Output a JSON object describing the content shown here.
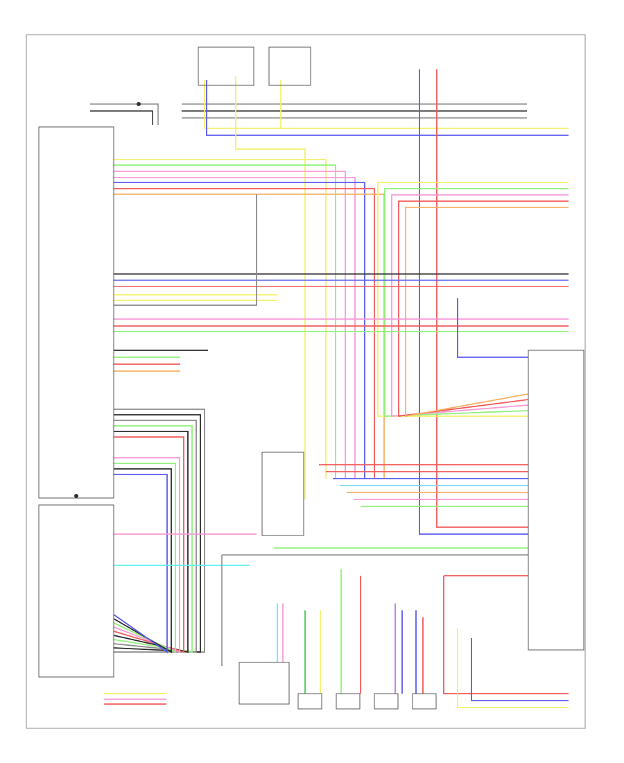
{
  "wire_colors": {
    "yellow": "#f4f06a",
    "lt_green": "#8ff07a",
    "pink": "#f79ad6",
    "red": "#f25a5a",
    "blue": "#5a5af0",
    "orange": "#f5b065",
    "gray": "#8a8a8a",
    "black": "#2a2a2a",
    "violet": "#b77ae8",
    "lt_blue": "#7ad8f0",
    "green": "#4ac84a",
    "cyan": "#5ef0f0"
  },
  "components": {
    "left_module": "left-module",
    "right_module": "right-module",
    "center_box": "center-box",
    "bottom_box": "bottom-box"
  },
  "icons": [
    "ground-icon",
    "connector-icon",
    "speaker-icon",
    "fuse-icon"
  ]
}
